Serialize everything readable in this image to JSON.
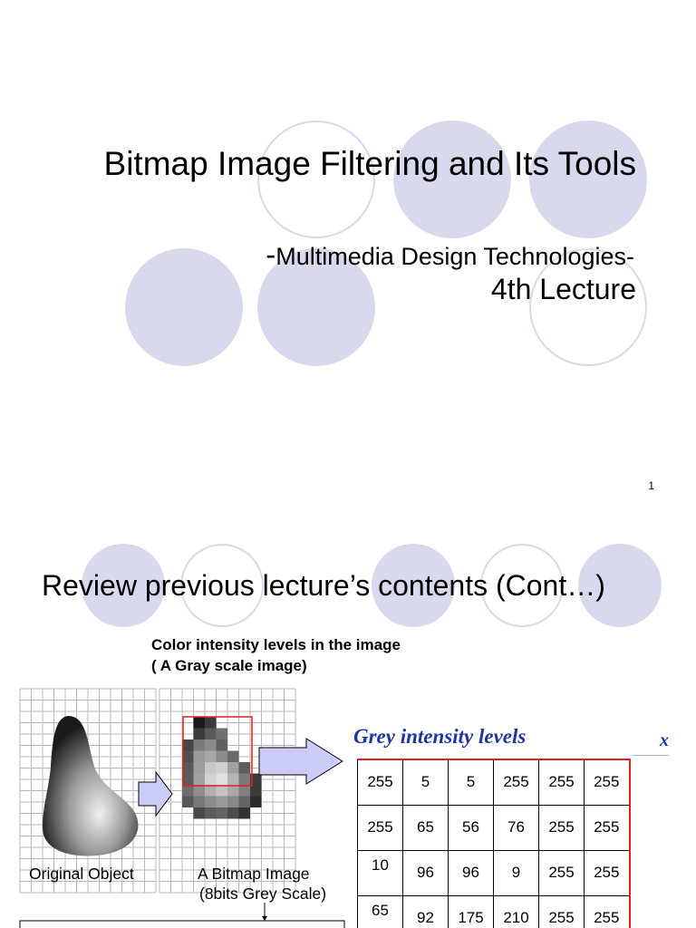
{
  "slide1": {
    "title": "Bitmap Image Filtering and Its Tools",
    "subtitle_dash": "-",
    "subtitle": "Multimedia Design Technologies-",
    "lecture": "4th Lecture",
    "page_number": "1"
  },
  "slide2": {
    "title": "Review previous lecture’s contents (Cont…)",
    "caption_line1": "Color intensity levels in the image",
    "caption_line2": "( A Gray scale image)",
    "original_label": "Original Object",
    "bitmap_label_line1": "A Bitmap Image",
    "bitmap_label_line2": "(8bits Grey Scale)",
    "grey_title": "Grey intensity levels",
    "axis_label": "x",
    "table": [
      [
        "255",
        "5",
        "5",
        "255",
        "255",
        "255"
      ],
      [
        "255",
        "65",
        "56",
        "76",
        "255",
        "255"
      ],
      [
        "10",
        "96",
        "96",
        "9",
        "255",
        "255"
      ],
      [
        "65",
        "92",
        "175",
        "210",
        "255",
        "255"
      ]
    ]
  },
  "colors": {
    "circle": "#d9d9ee",
    "accent_blue": "#1f35a6",
    "red_box": "#e02020",
    "arrow_fill": "#ccccf8"
  }
}
